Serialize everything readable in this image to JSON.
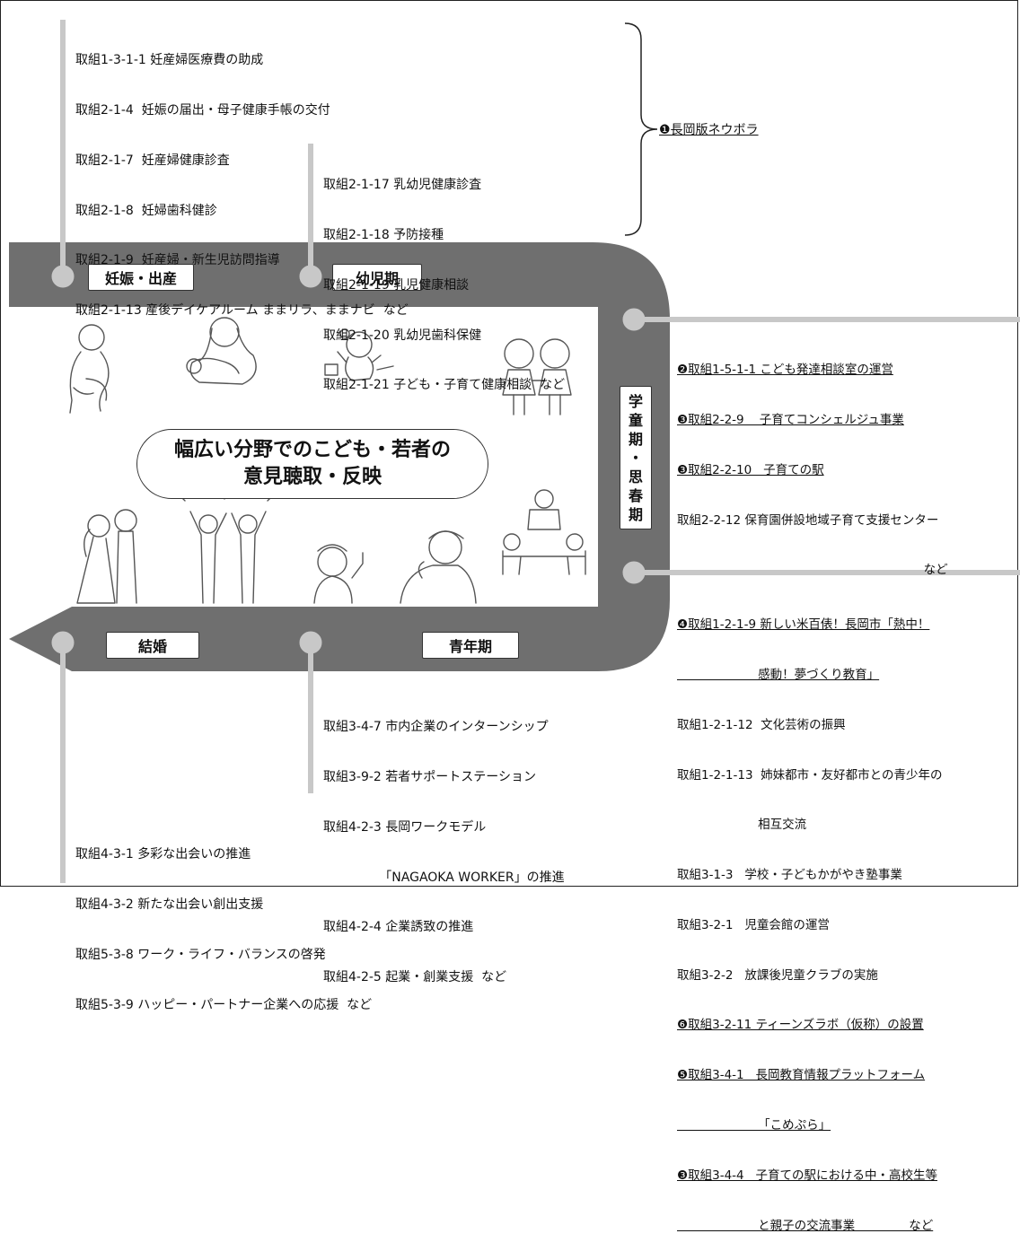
{
  "stages": {
    "pregnancy": "妊娠・出産",
    "infancy": "幼児期",
    "school": [
      "学",
      "童",
      "期",
      "・",
      "思",
      "春",
      "期"
    ],
    "marriage": "結婚",
    "youth": "青年期"
  },
  "center": {
    "line1": "幅広い分野でのこども・若者の",
    "line2": "意見聴取・反映"
  },
  "brace_label": "❶長岡版ネウボラ",
  "lists": {
    "pregnancy": [
      "取組1-3-1-1 妊産婦医療費の助成",
      "取組2-1-4  妊娠の届出・母子健康手帳の交付",
      "取組2-1-7  妊産婦健康診査",
      "取組2-1-8  妊婦歯科健診",
      "取組2-1-9  妊産婦・新生児訪問指導",
      "取組2-1-13 産後デイケアルーム ままリラ、ままナビ  など"
    ],
    "infancy": [
      "取組2-1-17 乳幼児健康診査",
      "取組2-1-18 予防接種",
      "取組2-1-19 乳児健康相談",
      "取組2-1-20 乳幼児歯科保健",
      "取組2-1-21 子ども・子育て健康相談  など"
    ],
    "school_upper": [
      "❷取組1-5-1-1 こども発達相談室の運営",
      "❸取組2-2-9    子育てコンシェルジュ事業",
      "❸取組2-2-10   子育ての駅",
      "取組2-2-12 保育園併設地域子育て支援センター",
      "                                                                など"
    ],
    "school_lower": [
      "❹取組1-2-1-9 新しい米百俵！長岡市「熱中！",
      "                     感動！夢づくり教育」",
      "取組1-2-1-12  文化芸術の振興",
      "取組1-2-1-13  姉妹都市・友好都市との青少年の",
      "                     相互交流",
      "取組3-1-3   学校・子どもかがやき塾事業",
      "取組3-2-1   児童会館の運営",
      "取組3-2-2   放課後児童クラブの実施",
      "❻取組3-2-11 ティーンズラボ（仮称）の設置",
      "❺取組3-4-1   長岡教育情報プラットフォーム",
      "                     「こめぷら」",
      "❸取組3-4-4   子育ての駅における中・高校生等",
      "                     と親子の交流事業              など"
    ],
    "youth": [
      "取組3-4-7 市内企業のインターンシップ",
      "取組3-9-2 若者サポートステーション",
      "取組4-2-3 長岡ワークモデル",
      "              「NAGAOKA WORKER」の推進",
      "取組4-2-4 企業誘致の推進",
      "取組4-2-5 起業・創業支援  など"
    ],
    "marriage": [
      "取組4-3-1 多彩な出会いの推進",
      "取組4-3-2 新たな出会い創出支援",
      "取組5-3-8 ワーク・ライフ・バランスの啓発",
      "取組5-3-9 ハッピー・パートナー企業への応援  など"
    ]
  },
  "colors": {
    "road": "#6f6f6f",
    "pin": "#c8c8c8",
    "line_art": "#555555"
  },
  "illustrations": [
    "pregnant-woman",
    "mother-holding-baby",
    "baby-playing",
    "two-children",
    "wedding-couple",
    "celebrating-couple",
    "girl-raising-finger",
    "young-man-fist",
    "meeting-group"
  ]
}
